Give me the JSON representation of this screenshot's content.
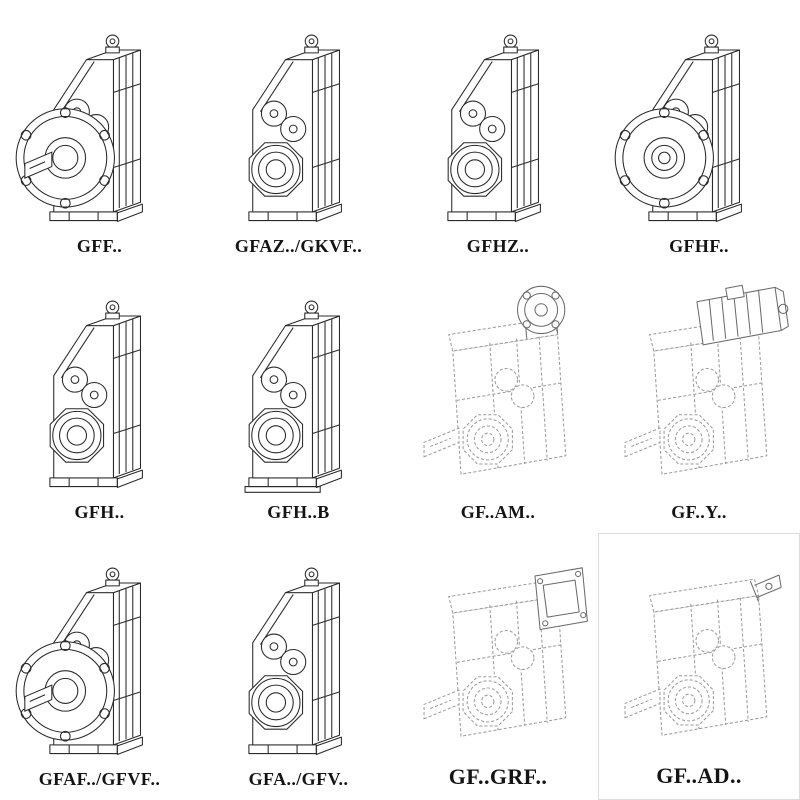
{
  "page": {
    "background": "#ffffff"
  },
  "colors": {
    "line": "#2a2a2a",
    "phantom_line": "#9a9a9a",
    "attachment_line": "#6a6a6a"
  },
  "items": [
    {
      "label": "GFF..",
      "drawing": "solid-flange-with-shaft"
    },
    {
      "label": "GFAZ../GKVF..",
      "drawing": "solid-hollow-shaft"
    },
    {
      "label": "GFHZ..",
      "drawing": "solid-hollow-shaft"
    },
    {
      "label": "GFHF..",
      "drawing": "solid-flange-hollow"
    },
    {
      "label": "GFH..",
      "drawing": "solid-hollow-shaft"
    },
    {
      "label": "GFH..B",
      "drawing": "solid-hollow-shaft-foot"
    },
    {
      "label": "GF..AM..",
      "drawing": "phantom-iec-adapter"
    },
    {
      "label": "GF..Y..",
      "drawing": "phantom-with-motor"
    },
    {
      "label": "GFAF../GFVF..",
      "drawing": "solid-flange-with-shaft"
    },
    {
      "label": "GFA../GFV..",
      "drawing": "solid-hollow-shaft"
    },
    {
      "label": "GF..GRF..",
      "drawing": "phantom-square-flange"
    },
    {
      "label": "GF..AD..",
      "drawing": "phantom-input-adapter"
    }
  ]
}
